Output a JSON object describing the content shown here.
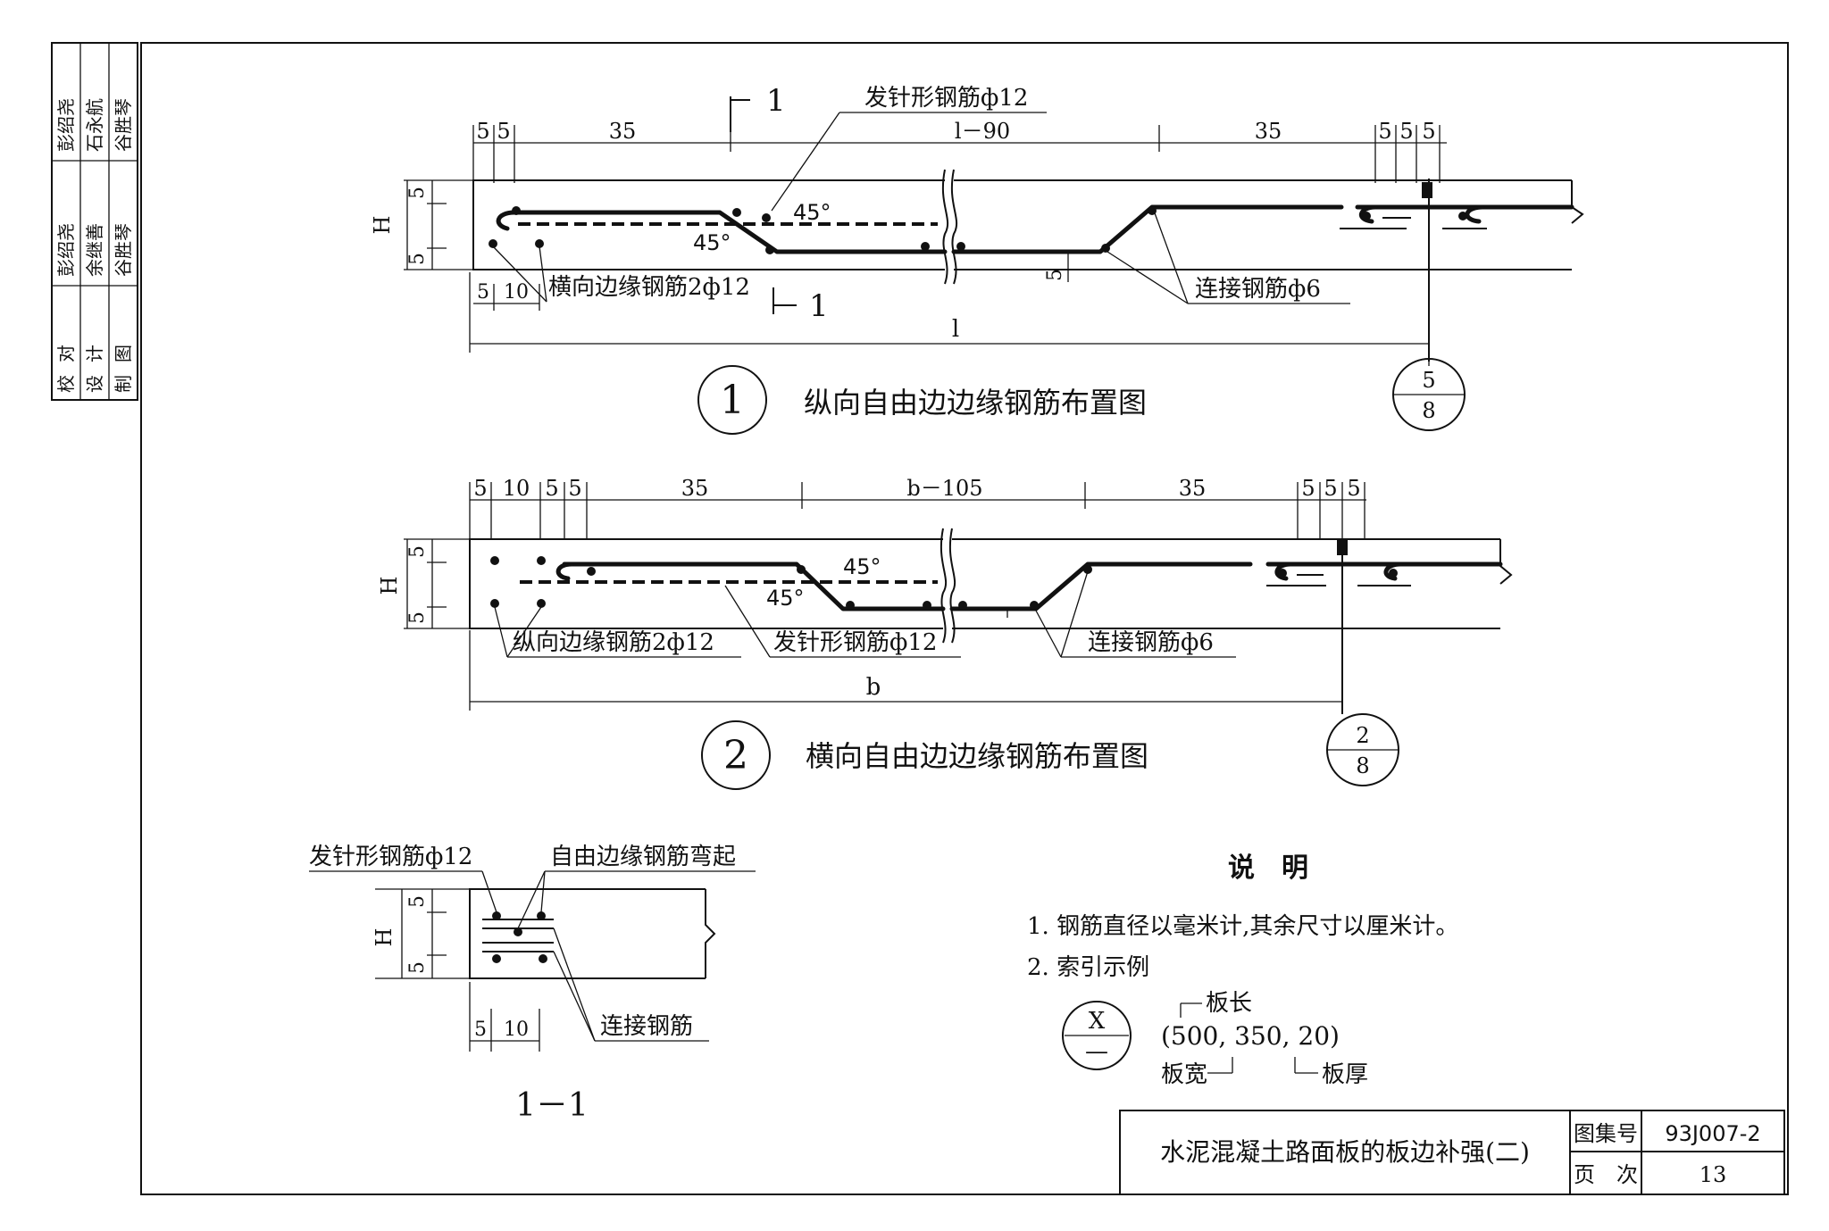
{
  "sidebar": {
    "top_names": [
      "彭绍尧",
      "石永航",
      "谷胜琴"
    ],
    "mid_names": [
      "彭绍尧",
      "余继善",
      "谷胜琴"
    ],
    "roles": [
      "校对",
      "设计",
      "制图"
    ]
  },
  "fig1": {
    "dims_top": [
      "5",
      "5",
      "35",
      "l－90",
      "35",
      "5",
      "5",
      "5"
    ],
    "dims_bottom": [
      "5",
      "10"
    ],
    "dim_total": "l",
    "dim_h": "H",
    "dim_side": [
      "5",
      "5"
    ],
    "dim_mid": "5",
    "section_mark": "1",
    "label_hairpin": "发针形钢筋ф12",
    "label_edge": "横向边缘钢筋2ф12",
    "label_connect": "连接钢筋ф6",
    "angle": "45°",
    "number": "1",
    "title": "纵向自由边边缘钢筋布置图",
    "ref_top": "5",
    "ref_bottom": "8"
  },
  "fig2": {
    "dims_top": [
      "5",
      "10",
      "5",
      "5",
      "35",
      "b－105",
      "35",
      "5",
      "5",
      "5"
    ],
    "dim_total": "b",
    "dim_h": "H",
    "dim_side": [
      "5",
      "5"
    ],
    "label_edge": "纵向边缘钢筋2ф12",
    "label_hairpin": "发针形钢筋ф12",
    "label_connect": "连接钢筋ф6",
    "angle": "45°",
    "number": "2",
    "title": "横向自由边边缘钢筋布置图",
    "ref_top": "2",
    "ref_bottom": "8"
  },
  "section": {
    "label_hairpin": "发针形钢筋ф12",
    "label_bent": "自由边缘钢筋弯起",
    "label_connect": "连接钢筋",
    "dim_h": "H",
    "dim_side": [
      "5",
      "5"
    ],
    "dims_bottom": [
      "5",
      "10"
    ],
    "title": "1－1"
  },
  "notes": {
    "heading": "说　明",
    "items": [
      "1. 钢筋直径以毫米计,其余尺寸以厘米计。",
      "2. 索引示例"
    ],
    "example": {
      "symbol_top": "X",
      "symbol_bottom": "—",
      "length_label": "板长",
      "values": "(500, 350, 20)",
      "width_label": "板宽",
      "thickness_label": "板厚"
    }
  },
  "titleblock": {
    "title": "水泥混凝土路面板的板边补强(二)",
    "atlas_label": "图集号",
    "atlas_value": "93J007-2",
    "page_label": "页　次",
    "page_value": "13"
  }
}
